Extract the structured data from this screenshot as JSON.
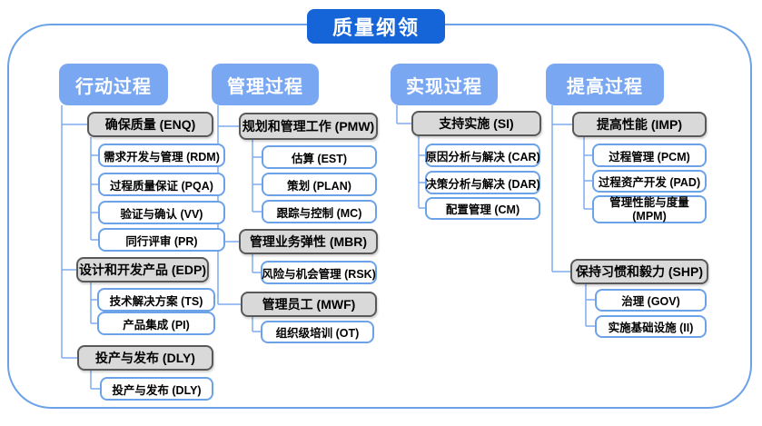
{
  "title": "质量纲领",
  "colors": {
    "title_bg": "#1565d8",
    "header_bg": "#7aa7f1",
    "group_fill": "#d9d9d9",
    "group_border": "#595959",
    "leaf_border": "#6ca2e8",
    "connector": "#7fabee",
    "frame_border": "#6ca2e8"
  },
  "columns": [
    {
      "header": "行动过程",
      "groups": [
        {
          "label": "确保质量 (ENQ)",
          "children": [
            "需求开发与管理 (RDM)",
            "过程质量保证 (PQA)",
            "验证与确认 (VV)",
            "同行评审 (PR)"
          ]
        },
        {
          "label": "设计和开发产品 (EDP)",
          "children": [
            "技术解决方案 (TS)",
            "产品集成 (PI)"
          ]
        },
        {
          "label": "投产与发布 (DLY)",
          "children": [
            "投产与发布 (DLY)"
          ]
        }
      ]
    },
    {
      "header": "管理过程",
      "groups": [
        {
          "label": "规划和管理工作 (PMW)",
          "children": [
            "估算 (EST)",
            "策划 (PLAN)",
            "跟踪与控制 (MC)"
          ]
        },
        {
          "label": "管理业务弹性 (MBR)",
          "children": [
            "风险与机会管理 (RSK)"
          ]
        },
        {
          "label": "管理员工 (MWF)",
          "children": [
            "组织级培训 (OT)"
          ]
        }
      ]
    },
    {
      "header": "实现过程",
      "groups": [
        {
          "label": "支持实施 (SI)",
          "children": [
            "原因分析与解决 (CAR)",
            "决策分析与解决 (DAR)",
            "配置管理 (CM)"
          ]
        }
      ]
    },
    {
      "header": "提高过程",
      "groups": [
        {
          "label": "提高性能 (IMP)",
          "children": [
            "过程管理 (PCM)",
            "过程资产开发 (PAD)",
            "管理性能与度量 (MPM)"
          ]
        },
        {
          "label": "保持习惯和毅力 (SHP)",
          "children": [
            "治理 (GOV)",
            "实施基础设施 (II)"
          ]
        }
      ]
    }
  ]
}
